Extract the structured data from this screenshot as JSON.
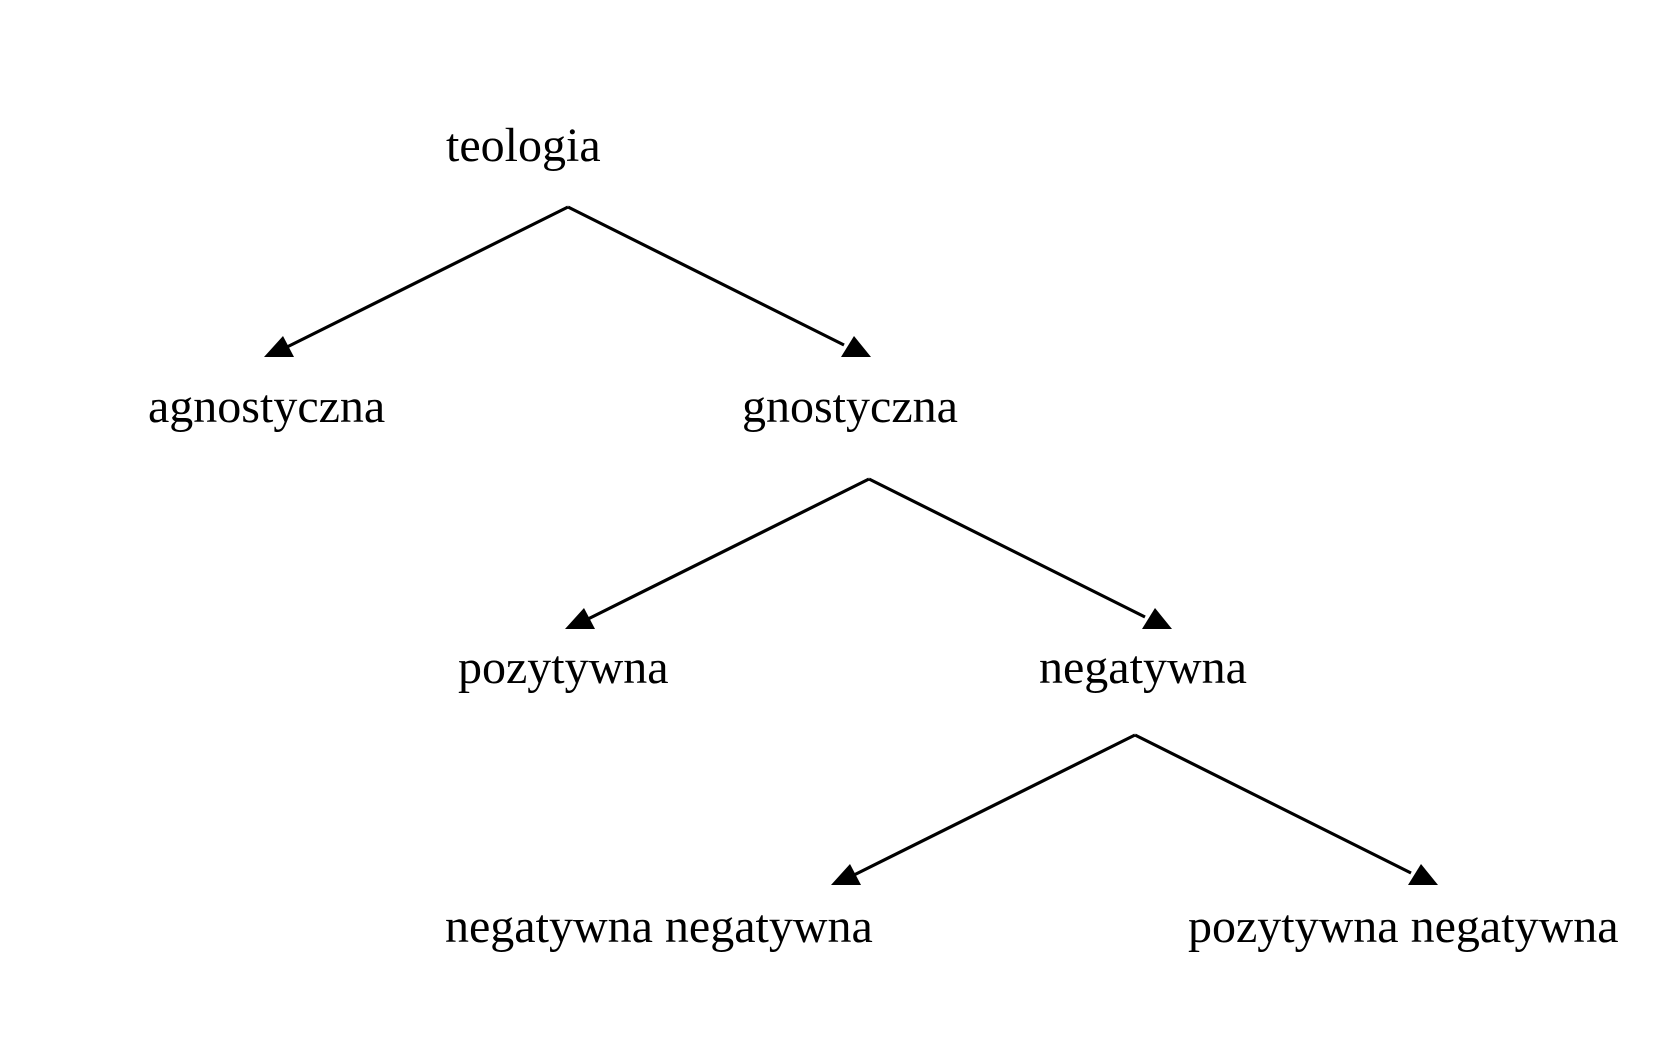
{
  "diagram": {
    "nodes": {
      "root": "teologia",
      "agnostic": "agnostyczna",
      "gnostic": "gnostyczna",
      "positive": "pozytywna",
      "negative": "negatywna",
      "negative_negative": "negatywna negatywna",
      "positive_negative": "pozytywna negatywna"
    },
    "edges": [
      {
        "from": "teologia",
        "to": "agnostyczna"
      },
      {
        "from": "teologia",
        "to": "gnostyczna"
      },
      {
        "from": "gnostyczna",
        "to": "pozytywna"
      },
      {
        "from": "gnostyczna",
        "to": "negatywna"
      },
      {
        "from": "negatywna",
        "to": "negatywna negatywna"
      },
      {
        "from": "negatywna",
        "to": "pozytywna negatywna"
      }
    ]
  }
}
